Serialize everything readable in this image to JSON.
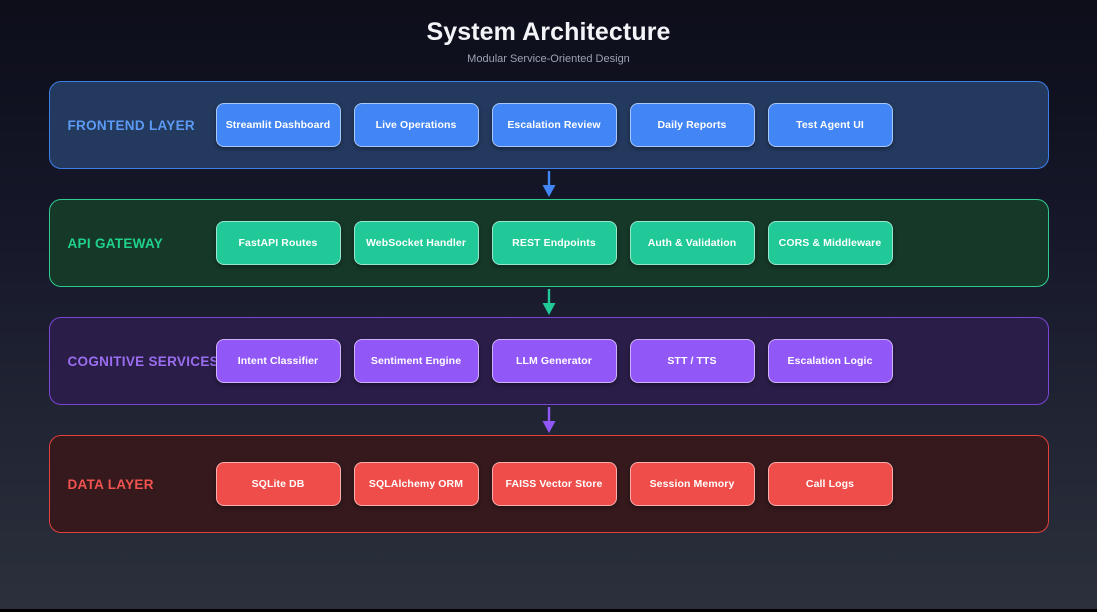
{
  "header": {
    "title": "System Architecture",
    "subtitle": "Modular Service-Oriented Design"
  },
  "colors": {
    "background_top": "#0d0e1a",
    "background_bottom": "#2b303c",
    "frontend": "#4285f4",
    "api": "#20c997",
    "cognitive": "#9257f7",
    "data": "#ef4d4a",
    "title_text": "#f2f4f8",
    "subtitle_text": "#9aa2b4",
    "node_text": "#ffffff"
  },
  "layers": [
    {
      "label": "FRONTEND LAYER",
      "accent": "#4285f4",
      "nodes": [
        "Streamlit Dashboard",
        "Live Operations",
        "Escalation Review",
        "Daily Reports",
        "Test Agent UI"
      ]
    },
    {
      "label": "API GATEWAY",
      "accent": "#20c997",
      "nodes": [
        "FastAPI Routes",
        "WebSocket Handler",
        "REST Endpoints",
        "Auth & Validation",
        "CORS & Middleware"
      ]
    },
    {
      "label": "COGNITIVE SERVICES",
      "accent": "#9257f7",
      "nodes": [
        "Intent Classifier",
        "Sentiment Engine",
        "LLM Generator",
        "STT / TTS",
        "Escalation Logic"
      ]
    },
    {
      "label": "DATA LAYER",
      "accent": "#ef4d4a",
      "nodes": [
        "SQLite DB",
        "SQLAlchemy ORM",
        "FAISS Vector Store",
        "Session Memory",
        "Call Logs"
      ]
    }
  ],
  "arrows": [
    {
      "name": "arrow-frontend-to-api",
      "color": "#4285f4",
      "direction": "down"
    },
    {
      "name": "arrow-api-to-cognitive",
      "color": "#20c997",
      "direction": "down"
    },
    {
      "name": "arrow-cognitive-to-data",
      "color": "#9257f7",
      "direction": "down"
    }
  ]
}
